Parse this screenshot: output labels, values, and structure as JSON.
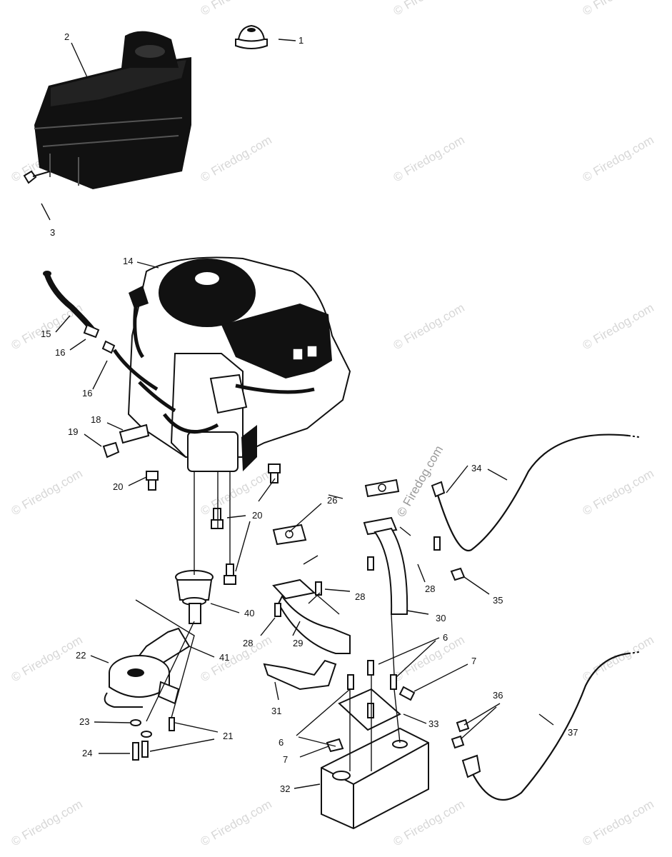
{
  "watermark": {
    "text": "© Firedog.com",
    "center_text": "© Firedog.com"
  },
  "callouts": [
    "1",
    "2",
    "3",
    "14",
    "15",
    "16",
    "16",
    "18",
    "19",
    "20",
    "20",
    "26",
    "34",
    "28",
    "28",
    "40",
    "28",
    "29",
    "30",
    "22",
    "41",
    "6",
    "7",
    "31",
    "6",
    "7",
    "33",
    "36",
    "37",
    "23",
    "21",
    "24",
    "32",
    "35"
  ]
}
